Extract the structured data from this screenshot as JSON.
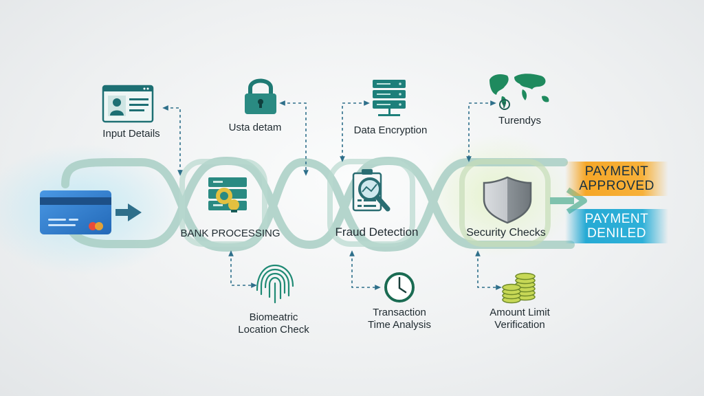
{
  "stages": [
    {
      "label": "BANK PROCESSING",
      "icon": "bank-server-icon"
    },
    {
      "label": "Fraud Detection",
      "icon": "magnifier-clipboard-icon"
    },
    {
      "label": "Security Checks",
      "icon": "shield-icon"
    }
  ],
  "top_checks": [
    {
      "label": "Input Details",
      "icon": "browser-profile-icon"
    },
    {
      "label": "Usta detam",
      "icon": "padlock-icon"
    },
    {
      "label": "Data Encryption",
      "icon": "server-icon"
    },
    {
      "label": "Turendys",
      "icon": "world-map-icon"
    }
  ],
  "bottom_checks": [
    {
      "label": "Biomeatric\nLocation Check",
      "icon": "fingerprint-icon"
    },
    {
      "label": "Transaction\nTime Analysis",
      "icon": "clock-icon"
    },
    {
      "label": "Amount Limit\nVerification",
      "icon": "coins-icon"
    }
  ],
  "outcomes": {
    "approved": {
      "line1": "PAYMENT",
      "line2": "APPROVED"
    },
    "denied": {
      "line1": "PAYMENT",
      "line2": "DENILED"
    }
  },
  "icons": {
    "start": "credit-card-icon",
    "arrow": "arrow-right-icon"
  },
  "colors": {
    "teal": "#1d7f7a",
    "path": "#a9cfc5",
    "card_blue": "#2f7fd1",
    "approved": "#f6a728",
    "denied": "#27aad4"
  }
}
